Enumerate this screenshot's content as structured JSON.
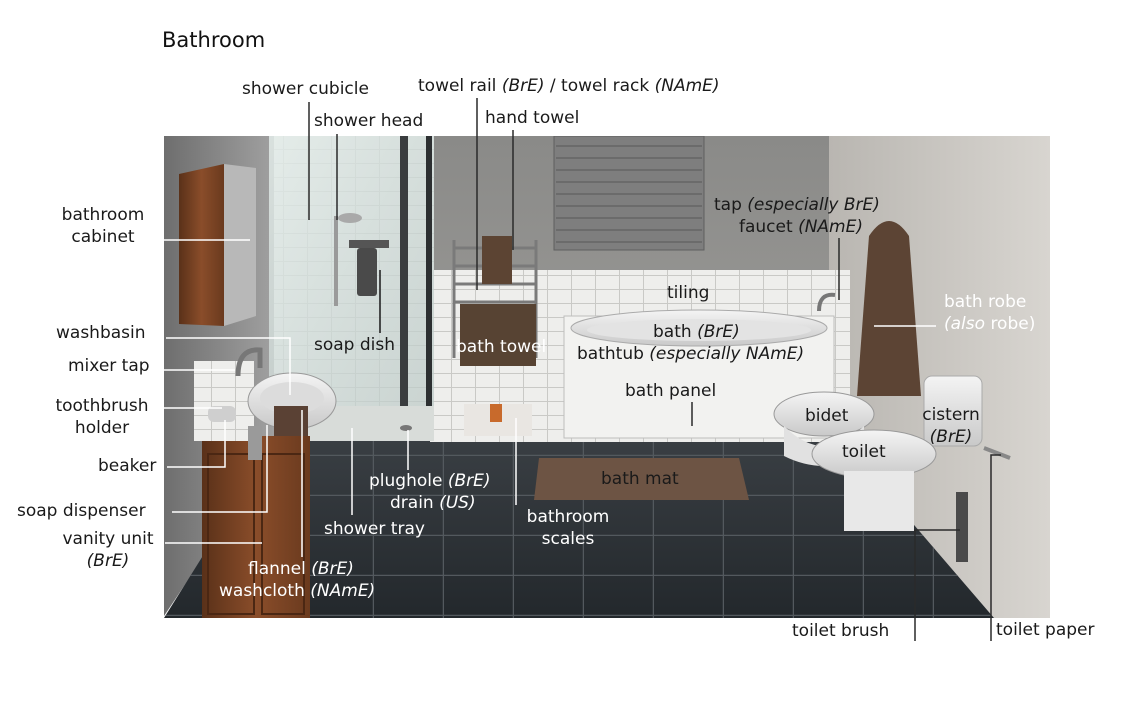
{
  "title": "Bathroom",
  "labels": {
    "shower_cubicle": "shower cubicle",
    "shower_head": "shower head",
    "towel_rail": "towel rail",
    "towel_rail_bre": "(BrE)",
    "towel_rail_sep": "/",
    "towel_rack": "towel rack",
    "towel_rack_name": "(NAmE)",
    "hand_towel": "hand towel",
    "bathroom_cabinet_1": "bathroom",
    "bathroom_cabinet_2": "cabinet",
    "tap": "tap",
    "tap_note": "(especially BrE)",
    "faucet": "faucet",
    "faucet_note": "(NAmE)",
    "tiling": "tiling",
    "bath_robe": "bath robe",
    "robe_also": "(also",
    "robe_word": "robe)",
    "washbasin": "washbasin",
    "mixer_tap": "mixer tap",
    "soap_dish": "soap dish",
    "bath_towel": "bath towel",
    "bath": "bath",
    "bath_bre": "(BrE)",
    "bathtub": "bathtub",
    "bathtub_note": "(especially NAmE)",
    "toothbrush_holder_1": "toothbrush",
    "toothbrush_holder_2": "holder",
    "bath_panel": "bath panel",
    "bidet": "bidet",
    "cistern": "cistern",
    "cistern_bre": "(BrE)",
    "toilet": "toilet",
    "beaker": "beaker",
    "plughole": "plughole",
    "plughole_bre": "(BrE)",
    "drain": "drain",
    "drain_us": "(US)",
    "bath_mat": "bath mat",
    "soap_dispenser": "soap dispenser",
    "vanity_unit": "vanity unit",
    "vanity_bre": "(BrE)",
    "bathroom_scales_1": "bathroom",
    "bathroom_scales_2": "scales",
    "shower_tray": "shower tray",
    "flannel": "flannel",
    "flannel_bre": "(BrE)",
    "washcloth": "washcloth",
    "washcloth_name": "(NAmE)",
    "toilet_brush": "toilet brush",
    "toilet_paper": "toilet paper"
  }
}
